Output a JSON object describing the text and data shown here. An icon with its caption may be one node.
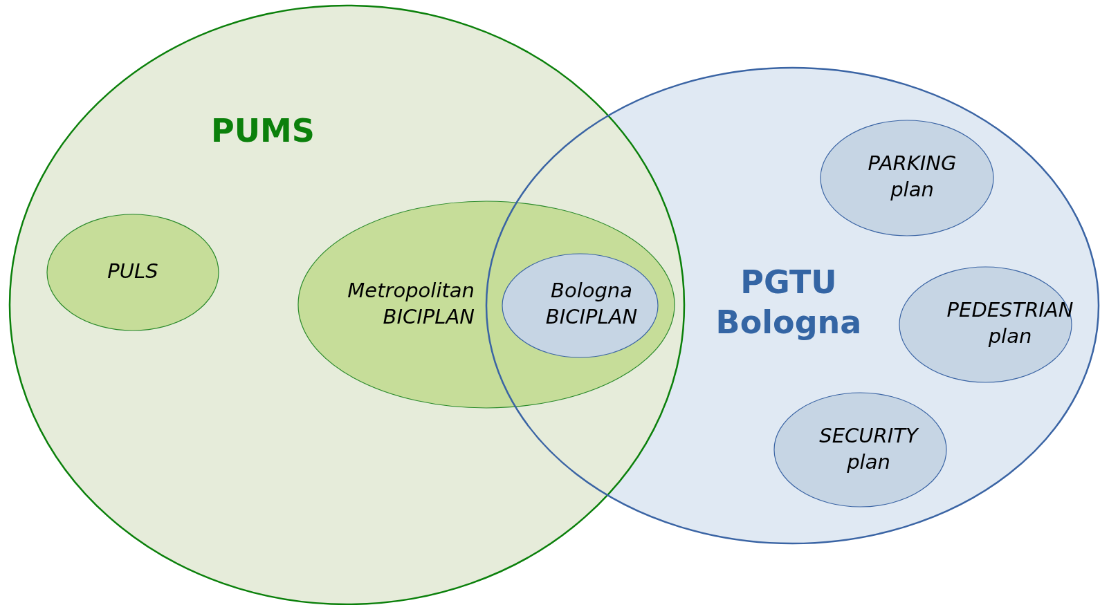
{
  "diagram": {
    "nodes": [
      {
        "text": [
          "PUMS"
        ]
      },
      {
        "text": [
          "PGTU Bologna"
        ]
      },
      {
        "text": [
          "PULS"
        ],
        "in": 0
      },
      {
        "text": [
          "Metropolitan BICIPLAN"
        ],
        "in": 0
      },
      {
        "text": [
          "Bologna BICIPLAN"
        ]
      },
      {
        "text": [
          "PARKING plan"
        ],
        "in": 1
      },
      {
        "text": [
          "PEDESTRIAN plan"
        ],
        "in": 1
      },
      {
        "text": [
          "SECURITY plan"
        ],
        "in": 1
      }
    ]
  }
}
